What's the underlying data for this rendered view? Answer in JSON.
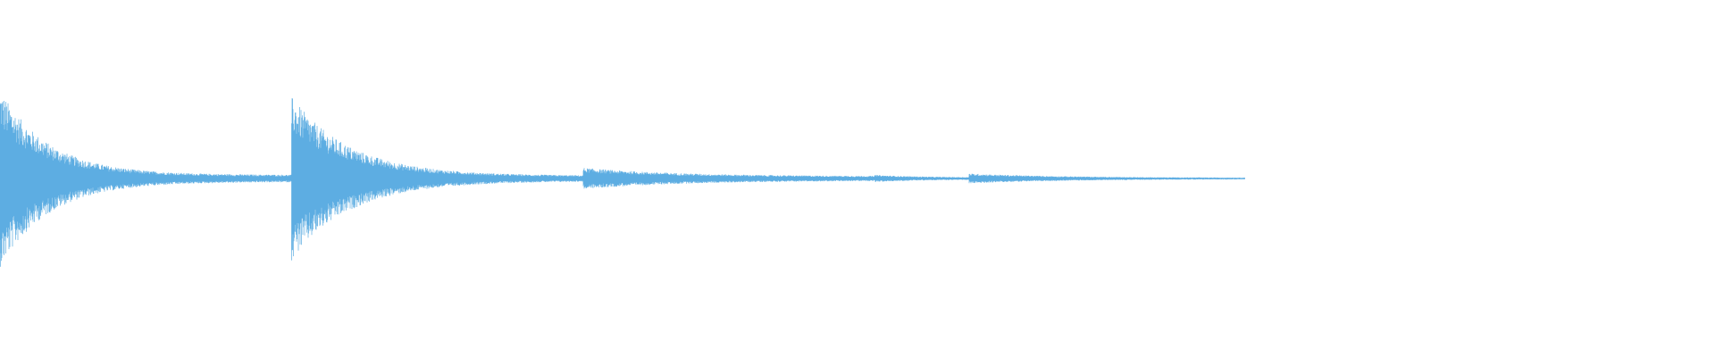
{
  "waveform": {
    "color": "#5dade2",
    "background": "#ffffff",
    "segments": [
      {
        "start": 0.0,
        "end": 0.17,
        "peak": 0.5,
        "decay": 6.0,
        "floor": 0.02
      },
      {
        "start": 0.17,
        "end": 0.34,
        "peak": 0.46,
        "decay": 5.0,
        "floor": 0.015
      },
      {
        "start": 0.34,
        "end": 0.51,
        "peak": 0.06,
        "decay": 3.0,
        "floor": 0.012
      },
      {
        "start": 0.51,
        "end": 0.565,
        "peak": 0.02,
        "decay": 2.0,
        "floor": 0.006
      },
      {
        "start": 0.565,
        "end": 0.726,
        "peak": 0.028,
        "decay": 3.0,
        "floor": 0.004
      }
    ],
    "secondary_onsets": [
      {
        "at": 0.388,
        "peak": 0.035
      }
    ]
  }
}
